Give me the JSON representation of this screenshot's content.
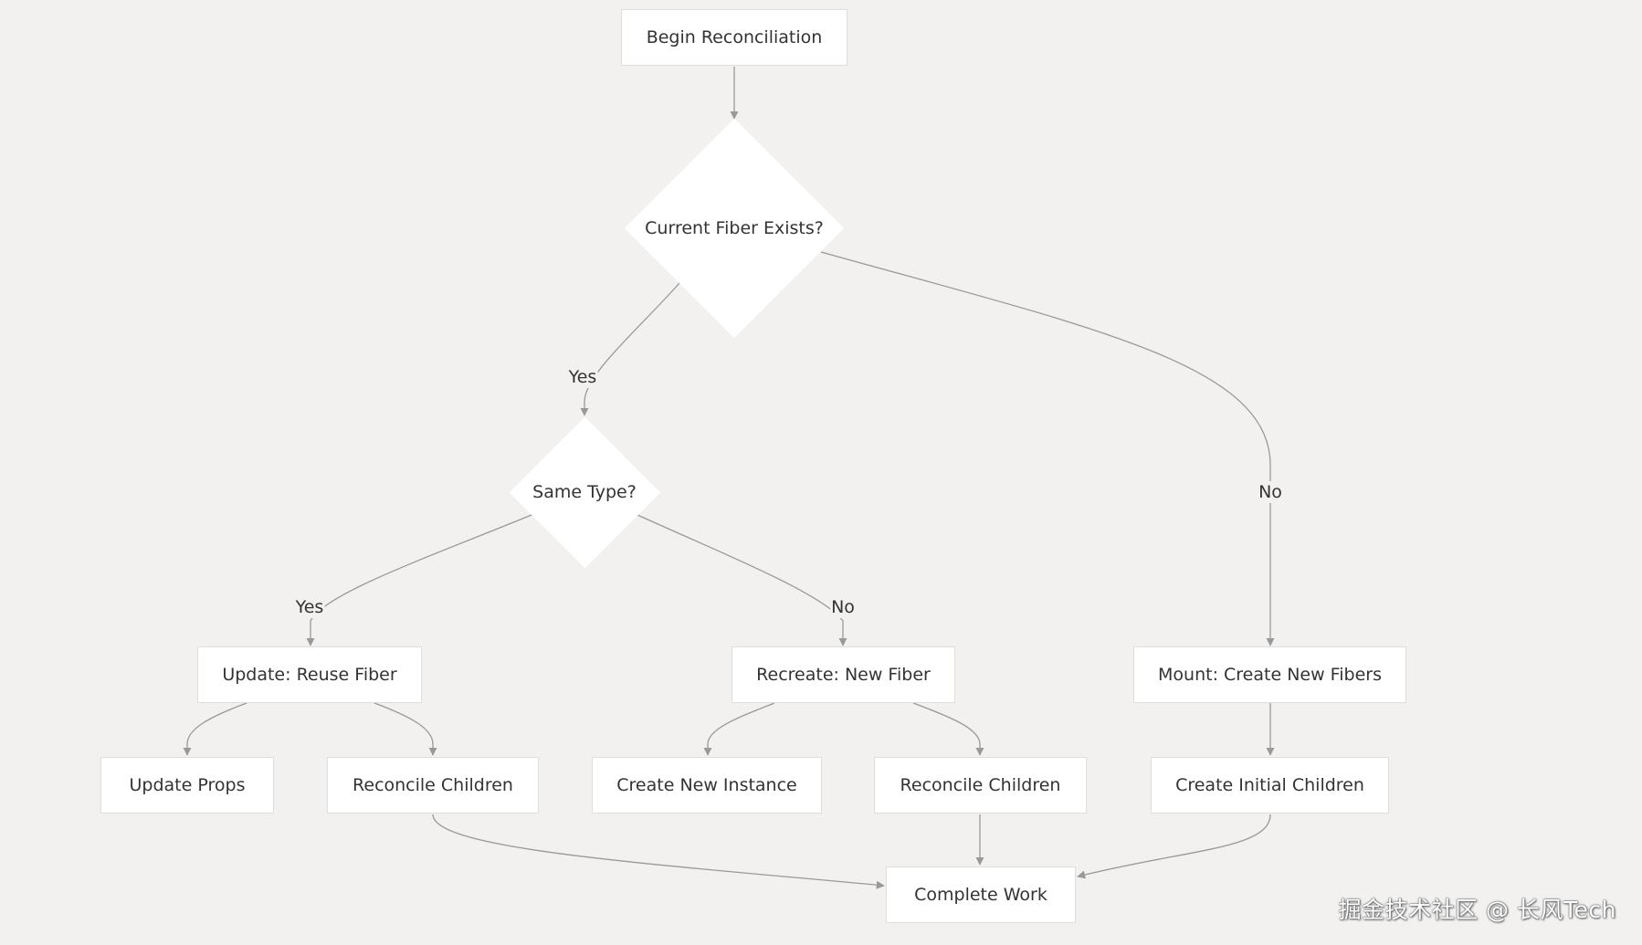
{
  "nodes": {
    "begin": "Begin Reconciliation",
    "fiber_exists": "Current Fiber Exists?",
    "same_type": "Same Type?",
    "update_reuse": "Update: Reuse Fiber",
    "recreate": "Recreate: New Fiber",
    "mount": "Mount: Create New Fibers",
    "update_props": "Update Props",
    "reconcile_children_1": "Reconcile Children",
    "create_instance": "Create New Instance",
    "reconcile_children_2": "Reconcile Children",
    "create_initial": "Create Initial Children",
    "complete": "Complete Work"
  },
  "edge_labels": {
    "exists_yes": "Yes",
    "exists_no": "No",
    "same_yes": "Yes",
    "same_no": "No"
  },
  "watermark": "掘金技术社区 @ 长风Tech",
  "colors": {
    "background": "#f2f1f0",
    "node_fill": "#ffffff",
    "edge": "#999999",
    "text": "#333333"
  }
}
